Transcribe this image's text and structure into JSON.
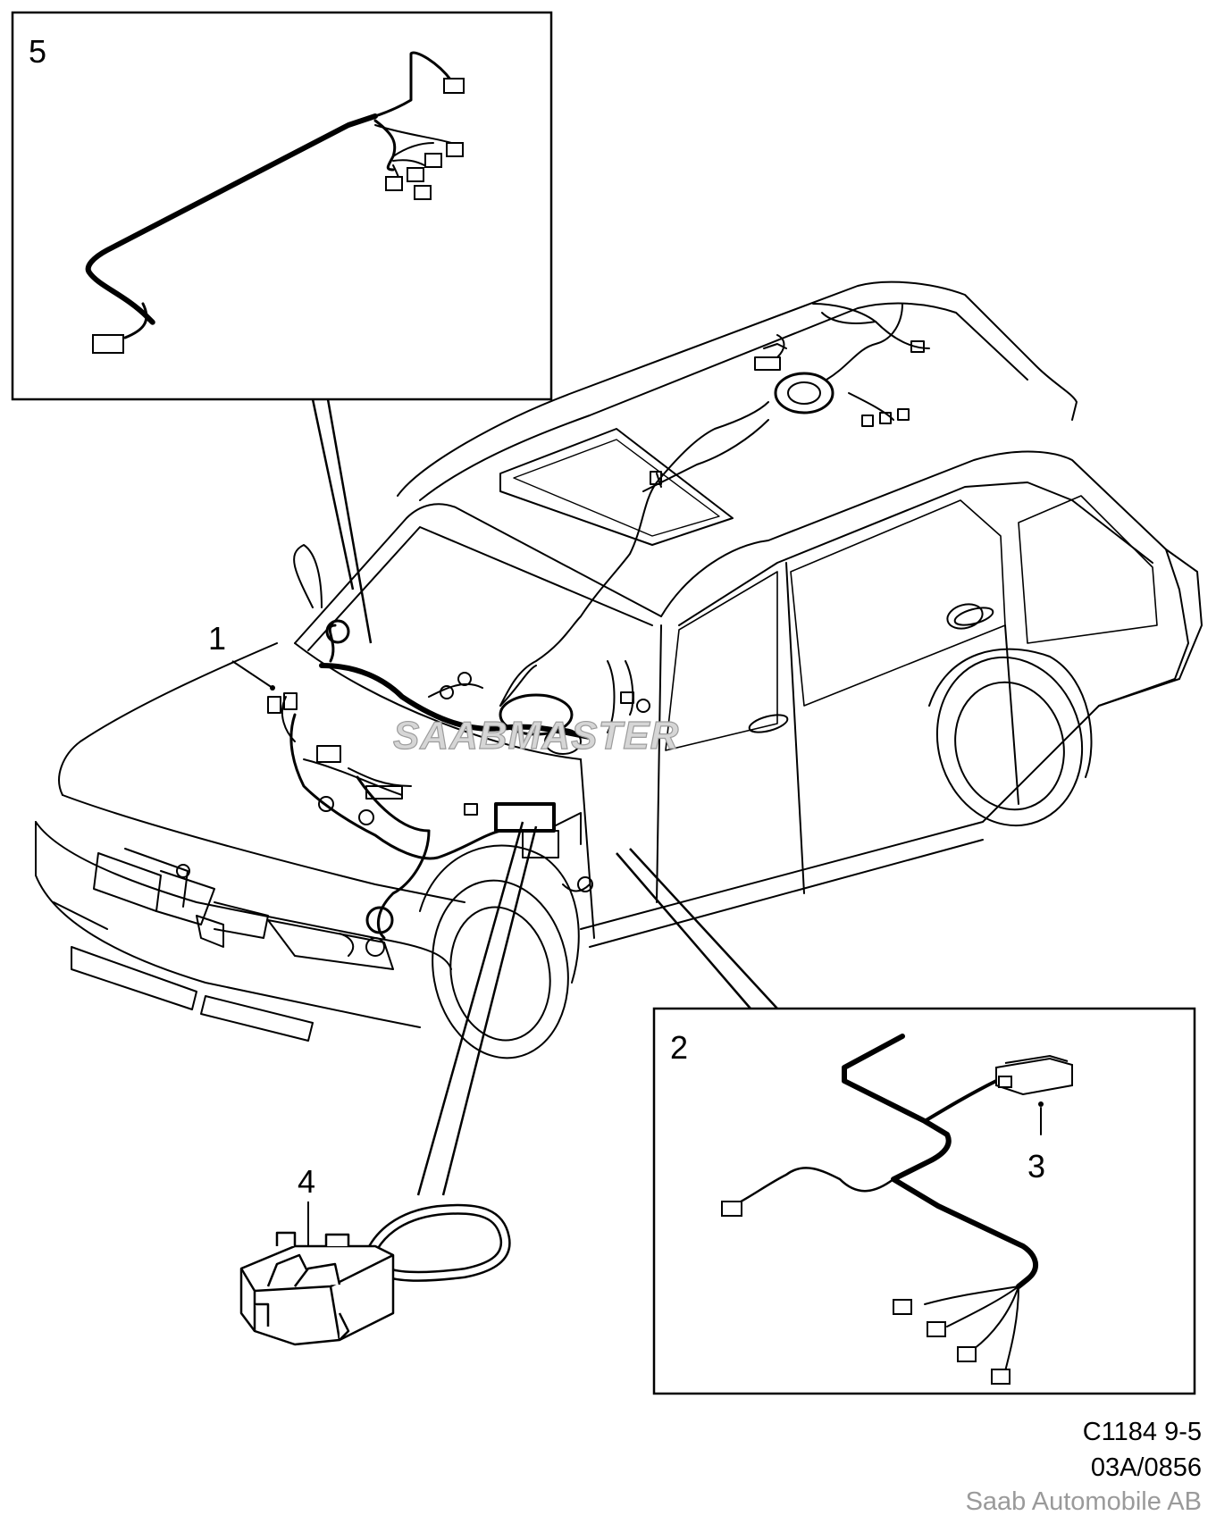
{
  "callouts": {
    "c1": "1",
    "c2": "2",
    "c3": "3",
    "c4": "4",
    "c5": "5"
  },
  "watermark": "SAABMASTER",
  "caption": {
    "line1": "C1184 9-5",
    "line2": "03A/0856",
    "line3": "Saab Automobile AB"
  },
  "colors": {
    "ink": "#000000",
    "watermark": "#d6d6d6",
    "muted_text": "#9a9a9a"
  }
}
